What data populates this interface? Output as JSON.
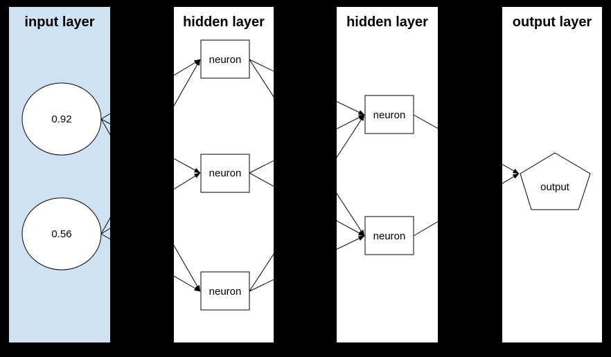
{
  "diagram": {
    "type": "neural-network",
    "background_color": "#000000",
    "input_panel_color": "#cfe2f3",
    "panel_color": "#ffffff",
    "node_fill_color": "#ffffff",
    "stroke_color": "#000000",
    "layers": [
      {
        "id": "input",
        "title": "input layer",
        "nodes": [
          {
            "id": "input-1",
            "shape": "circle",
            "label": "0.92"
          },
          {
            "id": "input-2",
            "shape": "circle",
            "label": "0.56"
          }
        ]
      },
      {
        "id": "hidden-1",
        "title": "hidden layer",
        "nodes": [
          {
            "id": "h1-1",
            "shape": "rectangle",
            "label": "neuron"
          },
          {
            "id": "h1-2",
            "shape": "rectangle",
            "label": "neuron"
          },
          {
            "id": "h1-3",
            "shape": "rectangle",
            "label": "neuron"
          }
        ]
      },
      {
        "id": "hidden-2",
        "title": "hidden layer",
        "nodes": [
          {
            "id": "h2-1",
            "shape": "rectangle",
            "label": "neuron"
          },
          {
            "id": "h2-2",
            "shape": "rectangle",
            "label": "neuron"
          }
        ]
      },
      {
        "id": "output",
        "title": "output layer",
        "nodes": [
          {
            "id": "out-1",
            "shape": "pentagon",
            "label": "output"
          }
        ]
      }
    ],
    "edges": [
      {
        "from": "input-1",
        "to": "h1-1"
      },
      {
        "from": "input-1",
        "to": "h1-2"
      },
      {
        "from": "input-1",
        "to": "h1-3"
      },
      {
        "from": "input-2",
        "to": "h1-1"
      },
      {
        "from": "input-2",
        "to": "h1-2"
      },
      {
        "from": "input-2",
        "to": "h1-3"
      },
      {
        "from": "h1-1",
        "to": "h2-1"
      },
      {
        "from": "h1-1",
        "to": "h2-2"
      },
      {
        "from": "h1-2",
        "to": "h2-1"
      },
      {
        "from": "h1-2",
        "to": "h2-2"
      },
      {
        "from": "h1-3",
        "to": "h2-1"
      },
      {
        "from": "h1-3",
        "to": "h2-2"
      },
      {
        "from": "h2-1",
        "to": "out-1"
      },
      {
        "from": "h2-2",
        "to": "out-1"
      }
    ]
  }
}
